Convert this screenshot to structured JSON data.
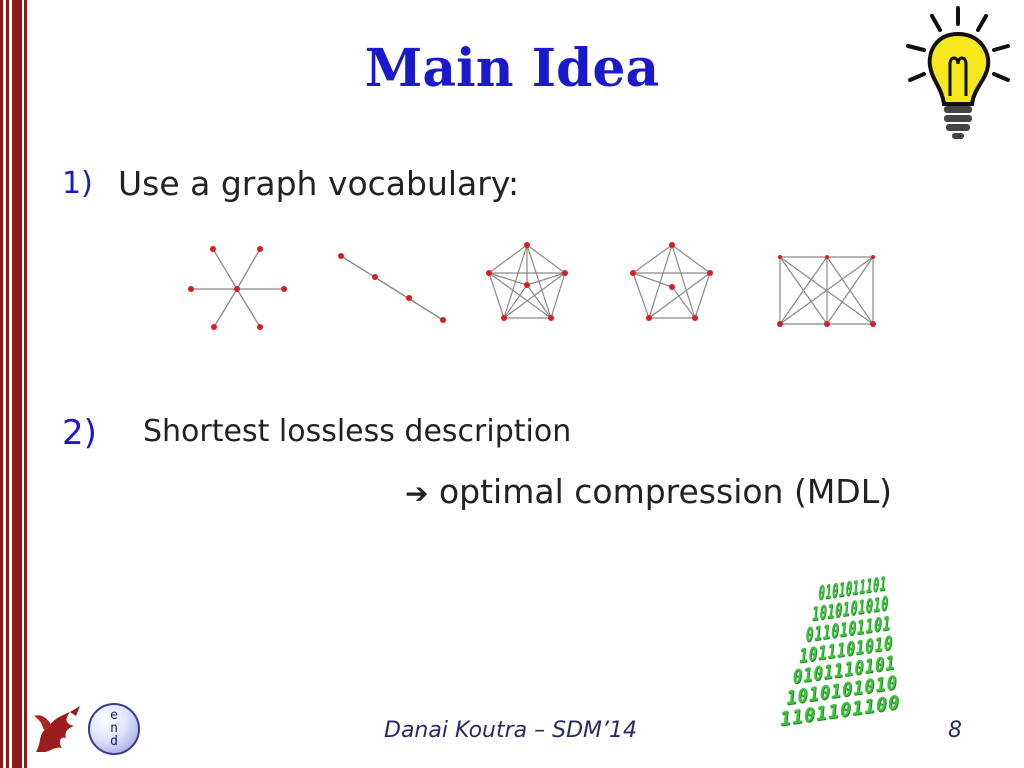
{
  "slide": {
    "title": "Main Idea",
    "point1": {
      "number": "1)",
      "text": "Use a graph vocabulary:"
    },
    "point2": {
      "number": "2)",
      "text": "Shortest lossless description",
      "arrow": "➔",
      "result": "optimal compression (MDL)"
    }
  },
  "footer": {
    "author": "Danai Koutra – SDM’14",
    "page": "8"
  },
  "logo": {
    "letters": [
      "e",
      "n",
      "d"
    ]
  },
  "binary_art": {
    "rows": [
      "1101101100",
      "1010101010",
      "0101110101",
      "1011101010",
      "0110101101",
      "1010101010",
      "0101011101"
    ]
  },
  "icons": {
    "lightbulb": "lightbulb-icon",
    "dragon": "dragon-logo-icon",
    "arrow": "right-arrow-icon"
  },
  "colors": {
    "title": "#1a1acc",
    "node": "#d81e1e",
    "edge": "#8a8a8a",
    "binary": "#39c43a",
    "stripe": "#8c1a1a"
  }
}
